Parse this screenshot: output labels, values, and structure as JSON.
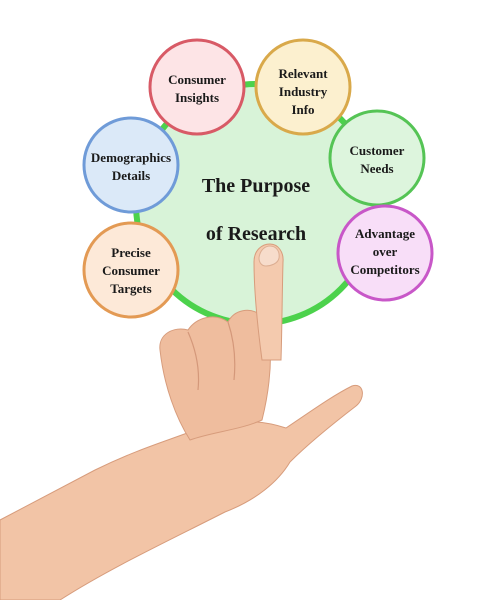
{
  "center": {
    "lines": [
      "The Purpose",
      "of Research"
    ],
    "fill": "#d8f3d8",
    "stroke": "#4cd24c"
  },
  "nodes": [
    {
      "id": "consumer-insights",
      "lines": [
        "Consumer",
        "Insights"
      ],
      "fill": "#fde4e6",
      "stroke": "#d85a66"
    },
    {
      "id": "relevant-industry-info",
      "lines": [
        "Relevant",
        "Industry",
        "Info"
      ],
      "fill": "#fcf0cf",
      "stroke": "#d9a94a"
    },
    {
      "id": "customer-needs",
      "lines": [
        "Customer",
        "Needs"
      ],
      "fill": "#ddf5dd",
      "stroke": "#55c455"
    },
    {
      "id": "advantage-over-competitors",
      "lines": [
        "Advantage",
        "over",
        "Competitors"
      ],
      "fill": "#f8def8",
      "stroke": "#c857c8"
    },
    {
      "id": "precise-consumer-targets",
      "lines": [
        "Precise",
        "Consumer",
        "Targets"
      ],
      "fill": "#fde9d8",
      "stroke": "#e39a54"
    },
    {
      "id": "demographics-details",
      "lines": [
        "Demographics",
        "Details"
      ],
      "fill": "#dbe9f8",
      "stroke": "#6f9bd8"
    }
  ]
}
